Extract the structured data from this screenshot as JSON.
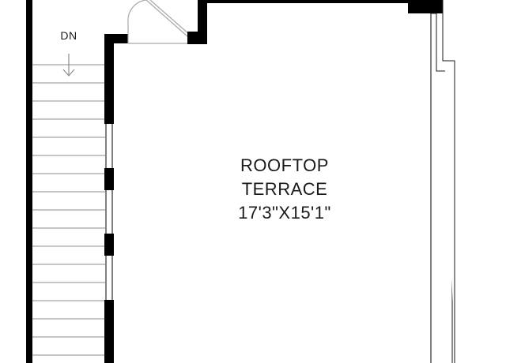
{
  "plan": {
    "stair_label": "DN",
    "room": {
      "name_line1": "ROOFTOP",
      "name_line2": "TERRACE",
      "dimensions": "17'3\"X15'1\""
    }
  },
  "colors": {
    "wall": "#000000",
    "background": "#ffffff",
    "linework": "#8c8c8c",
    "text": "#1a1a1a"
  }
}
